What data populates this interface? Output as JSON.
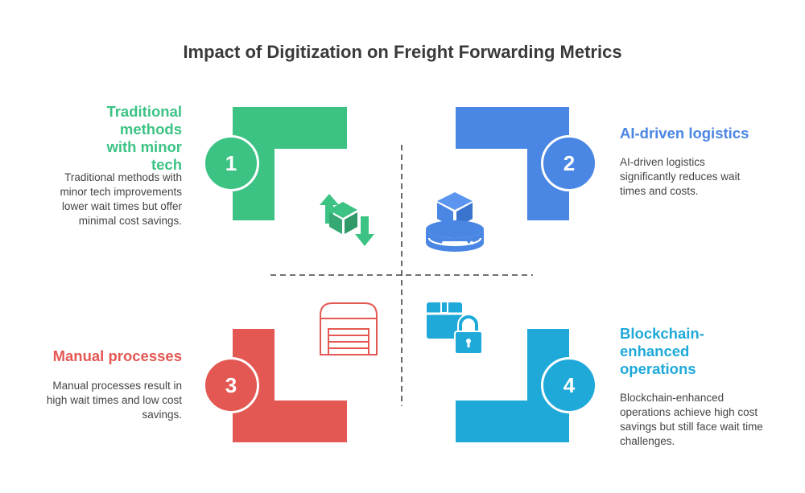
{
  "title": "Impact of Digitization on Freight Forwarding Metrics",
  "colors": {
    "green": "#3cc384",
    "blue": "#4a86e4",
    "red": "#e45853",
    "cyan": "#1fa9d9",
    "divider": "#444444"
  },
  "quadrants": [
    {
      "number": "1",
      "heading": "Traditional methods with minor tech",
      "description": "Traditional methods with minor tech improvements lower wait times but offer minimal cost savings.",
      "icon": "box-arrows-icon"
    },
    {
      "number": "2",
      "heading": "AI-driven logistics",
      "description": "AI-driven logistics significantly reduces wait times and costs.",
      "icon": "box-server-icon"
    },
    {
      "number": "3",
      "heading": "Manual processes",
      "description": "Manual processes result in high wait times and low cost savings.",
      "icon": "garage-door-icon"
    },
    {
      "number": "4",
      "heading": "Blockchain-enhanced operations",
      "description": "Blockchain-enhanced operations achieve high cost savings but still face wait time challenges.",
      "icon": "box-lock-icon"
    }
  ]
}
